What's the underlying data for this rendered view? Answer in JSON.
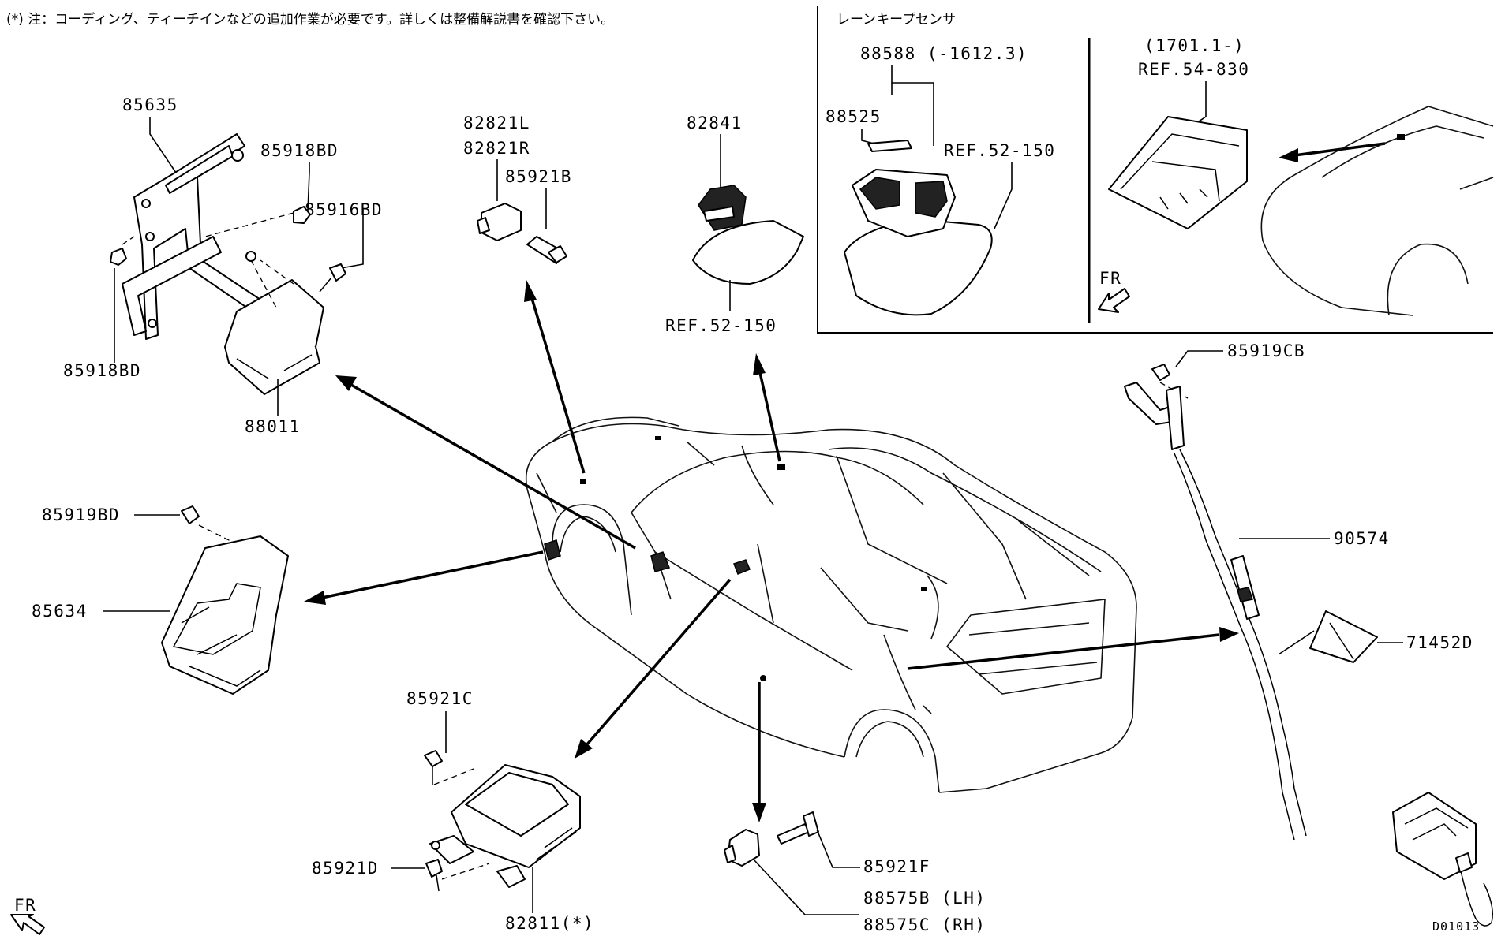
{
  "note": "(*) 注：コーディング、ティーチインなどの追加作業が必要です。詳しくは整備解説書を確認下さい。",
  "inset": {
    "title": "レーンキープセンサ",
    "labels": {
      "p88588": "88588 (-1612.3)",
      "p88525": "88525",
      "ref52150": "REF.52-150",
      "range": "(1701.1-)",
      "ref54830": "REF.54-830",
      "fr": "FR"
    }
  },
  "labels": {
    "p85635": "85635",
    "p85918BD_top": "85918BD",
    "p85916BD": "85916BD",
    "p85918BD_bottom": "85918BD",
    "p88011": "88011",
    "p82821L": "82821L",
    "p82821R": "82821R",
    "p85921B": "85921B",
    "p82841": "82841",
    "ref52150": "REF.52-150",
    "p85919BD": "85919BD",
    "p85634": "85634",
    "p85919CB": "85919CB",
    "p90574": "90574",
    "p71452D": "71452D",
    "p85921C": "85921C",
    "p85921D": "85921D",
    "p82811": "82811(*)",
    "p85921F": "85921F",
    "p88575B": "88575B (LH)",
    "p88575C": "88575C (RH)",
    "fr": "FR",
    "code": "D01013"
  },
  "icons": [
    "fr-arrow-icon"
  ]
}
